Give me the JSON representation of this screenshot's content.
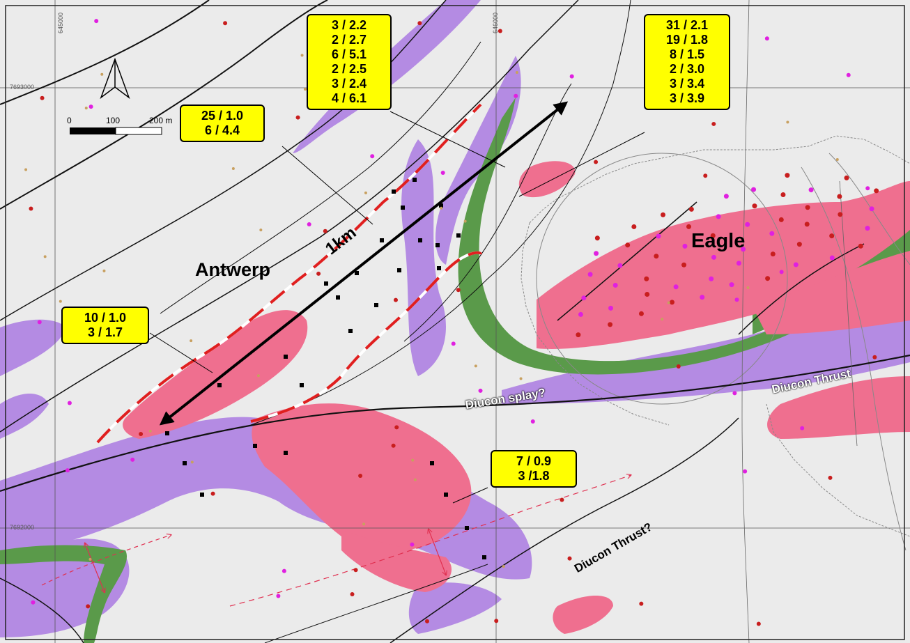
{
  "grid": {
    "x_labels": [
      "645000",
      "646000"
    ],
    "y_labels": [
      "7693000",
      "7692000"
    ]
  },
  "scale_bar": {
    "ticks": [
      "0",
      "100",
      "200 m"
    ]
  },
  "north_arrow": {
    "icon": "north-arrow-icon"
  },
  "places": {
    "antwerp": "Antwerp",
    "eagle": "Eagle",
    "distance": "1km"
  },
  "structures": {
    "diucon_splay": "Diucon splay?",
    "diucon_thrust": "Diucon Thrust",
    "diucon_thrust_q": "Diucon Thrust?"
  },
  "callouts": [
    {
      "id": "c1",
      "lines": [
        "25 / 1.0",
        "6 / 4.4"
      ]
    },
    {
      "id": "c2",
      "lines": [
        "3 / 2.2",
        "2 / 2.7",
        "6 / 5.1",
        "2 / 2.5",
        "3 / 2.4",
        "4 / 6.1"
      ]
    },
    {
      "id": "c3",
      "lines": [
        "31 / 2.1",
        "19 / 1.8",
        "8 / 1.5",
        "2 / 3.0",
        "3 / 3.4",
        "3 / 3.9"
      ]
    },
    {
      "id": "c4",
      "lines": [
        "10 / 1.0",
        "3 / 1.7"
      ]
    },
    {
      "id": "c5",
      "lines": [
        "7 / 0.9",
        "3 /1.8"
      ]
    }
  ],
  "colors": {
    "pink_unit": "#ef6f8f",
    "purple_unit": "#b48be3",
    "green_unit": "#5a9a4a",
    "label_fill": "#ffff00",
    "target_dash": "#e01f1f"
  }
}
